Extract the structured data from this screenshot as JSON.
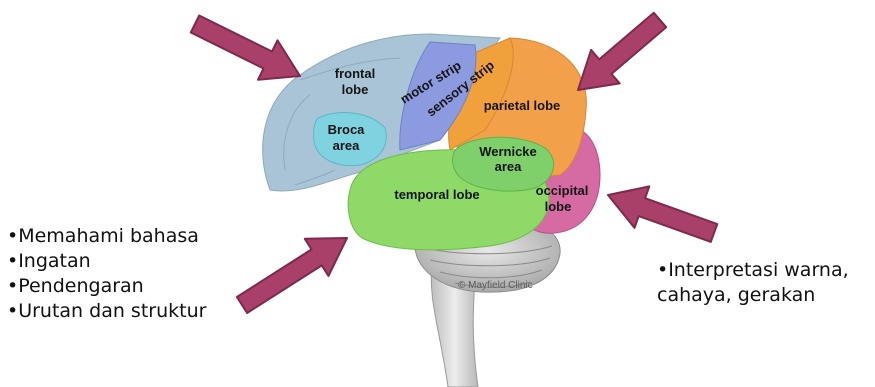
{
  "lobes": {
    "frontal_line1": "frontal",
    "frontal_line2": "lobe",
    "motor_strip": "motor strip",
    "sensory_strip": "sensory strip",
    "parietal": "parietal lobe",
    "broca_line1": "Broca",
    "broca_line2": "area",
    "wernicke_line1": "Wernicke",
    "wernicke_line2": "area",
    "temporal": "temporal lobe",
    "occipital_line1": "occipital",
    "occipital_line2": "lobe"
  },
  "watermark": "© Mayfield Clinic",
  "left_functions": [
    "•Memahami bahasa",
    "•Ingatan",
    "•Pendengaran",
    "•Urutan dan struktur"
  ],
  "right_functions": {
    "line1": "•Interpretasi warna,",
    "line2": "cahaya, gerakan"
  },
  "colors": {
    "arrow": "#a8406a",
    "frontal": "#a9c4d6",
    "motor": "#8c9be0",
    "sensory": "#f1a13c",
    "parietal": "#f3a04a",
    "broca": "#7fd3e1",
    "wernicke": "#7fcf6a",
    "temporal": "#8fd968",
    "occipital": "#d66aa3",
    "brainstem": "#d6d6d6"
  }
}
